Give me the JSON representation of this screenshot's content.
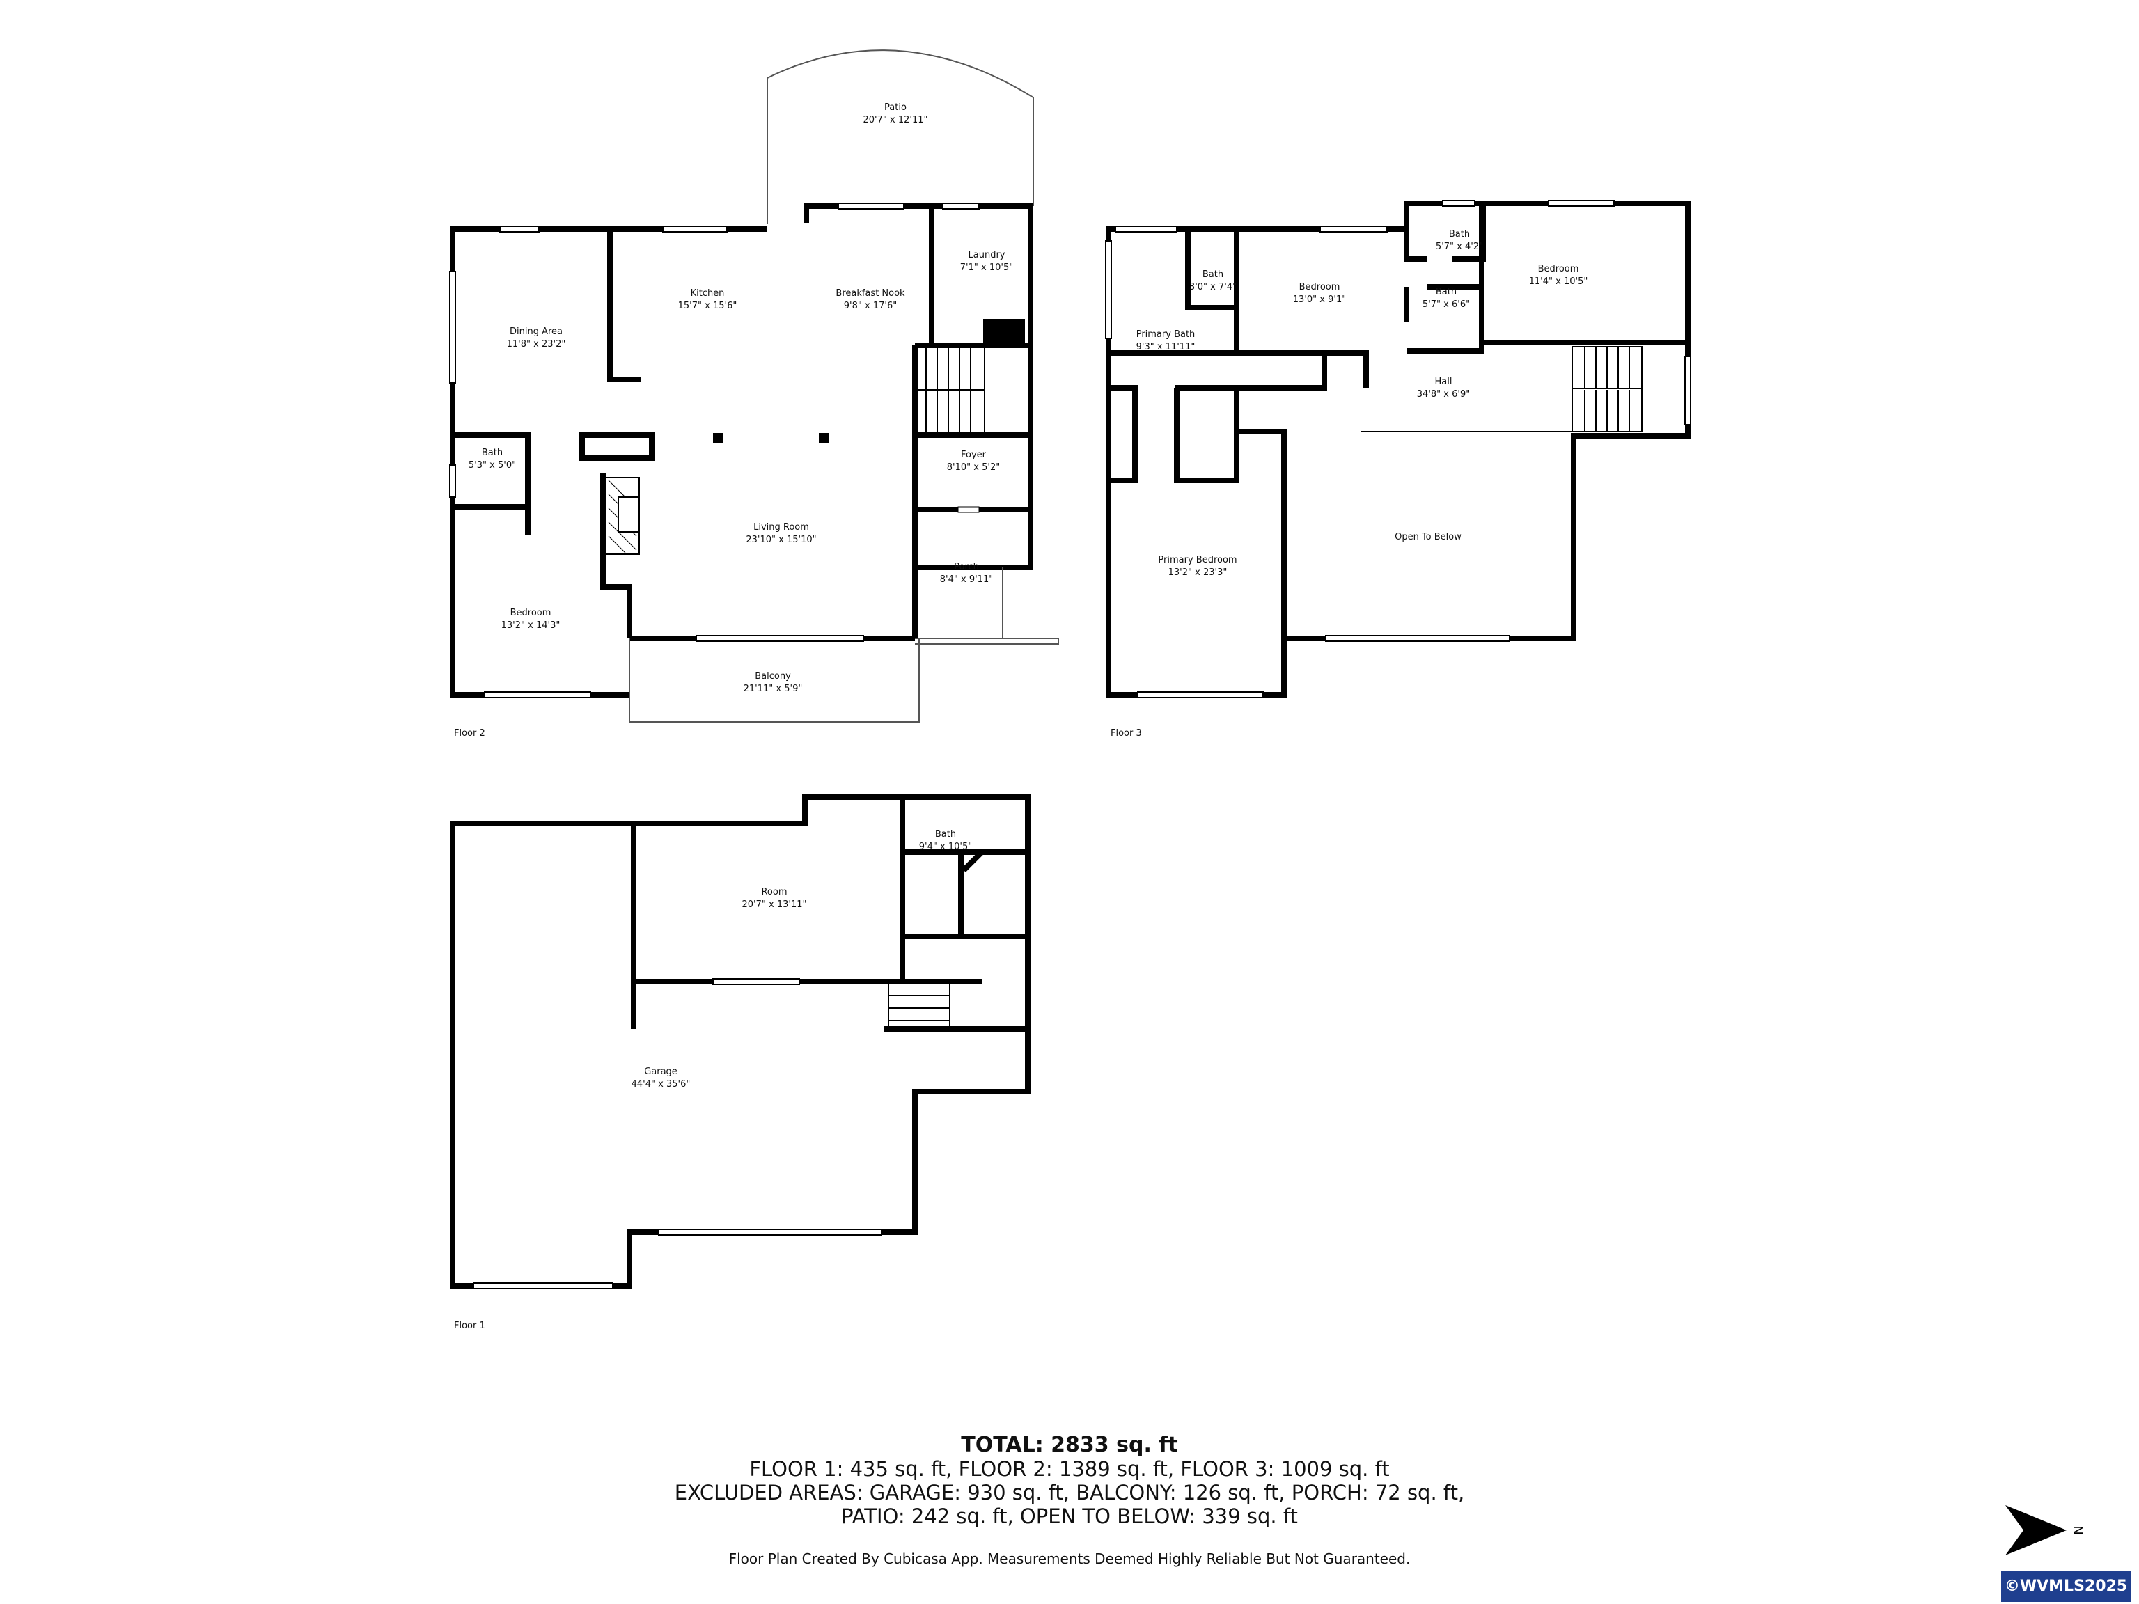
{
  "floors": [
    {
      "id": "floor2",
      "label": "Floor 2",
      "rooms": [
        {
          "name": "Patio",
          "dim": "20'7\" x 12'11\""
        },
        {
          "name": "Laundry",
          "dim": "7'1\" x 10'5\""
        },
        {
          "name": "Kitchen",
          "dim": "15'7\" x 15'6\""
        },
        {
          "name": "Breakfast Nook",
          "dim": "9'8\" x 17'6\""
        },
        {
          "name": "Dining Area",
          "dim": "11'8\" x 23'2\""
        },
        {
          "name": "Bath",
          "dim": "5'3\" x 5'0\""
        },
        {
          "name": "Foyer",
          "dim": "8'10\" x 5'2\""
        },
        {
          "name": "Living Room",
          "dim": "23'10\" x 15'10\""
        },
        {
          "name": "Porch",
          "dim": "8'4\" x 9'11\""
        },
        {
          "name": "Bedroom",
          "dim": "13'2\" x 14'3\""
        },
        {
          "name": "Balcony",
          "dim": "21'11\" x 5'9\""
        }
      ]
    },
    {
      "id": "floor3",
      "label": "Floor 3",
      "rooms": [
        {
          "name": "Bath",
          "dim": "5'7\" x 4'2\""
        },
        {
          "name": "Bedroom",
          "dim": "11'4\" x 10'5\""
        },
        {
          "name": "Bath",
          "dim": "3'0\" x 7'4\""
        },
        {
          "name": "Bedroom",
          "dim": "13'0\" x 9'1\""
        },
        {
          "name": "Bath",
          "dim": "5'7\" x 6'6\""
        },
        {
          "name": "Primary Bath",
          "dim": "9'3\" x 11'11\""
        },
        {
          "name": "Hall",
          "dim": "34'8\" x 6'9\""
        },
        {
          "name": "Primary Bedroom",
          "dim": "13'2\" x 23'3\""
        },
        {
          "name": "Open To Below",
          "dim": ""
        }
      ]
    },
    {
      "id": "floor1",
      "label": "Floor 1",
      "rooms": [
        {
          "name": "Bath",
          "dim": "9'4\" x 10'5\""
        },
        {
          "name": "Room",
          "dim": "20'7\" x 13'11\""
        },
        {
          "name": "Garage",
          "dim": "44'4\" x 35'6\""
        }
      ]
    }
  ],
  "summary": {
    "total": "TOTAL: 2833 sq. ft",
    "line1": "FLOOR 1: 435 sq. ft, FLOOR 2: 1389 sq. ft, FLOOR 3: 1009 sq. ft",
    "line2": "EXCLUDED AREAS: GARAGE: 930 sq. ft, BALCONY: 126 sq. ft, PORCH: 72 sq. ft,",
    "line3": "PATIO: 242 sq. ft, OPEN TO BELOW: 339 sq. ft",
    "disclaimer": "Floor Plan Created By Cubicasa App. Measurements Deemed Highly Reliable But Not Guaranteed."
  },
  "north_label": "N",
  "copyright": "©WVMLS2025",
  "colors": {
    "wall": "#000000",
    "thin": "#777777",
    "badge": "#1f3f8f"
  }
}
